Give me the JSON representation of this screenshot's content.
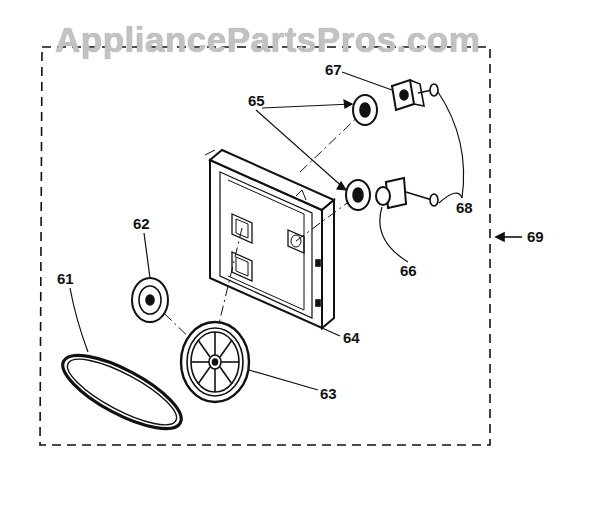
{
  "diagram": {
    "labels": [
      "AppliancePartsPros.com",
      "67",
      "65",
      "68",
      "66",
      "69",
      "64",
      "62",
      "61",
      "63"
    ]
  }
}
